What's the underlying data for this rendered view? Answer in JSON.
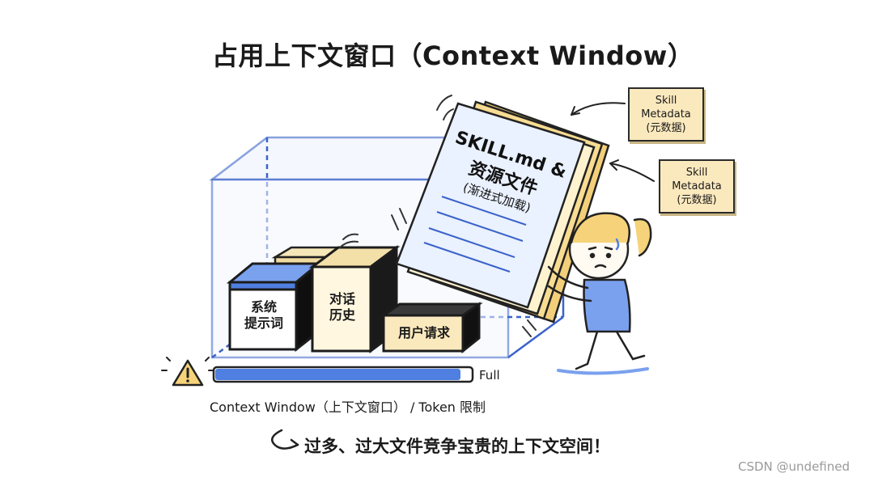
{
  "title": "占用上下文窗口（Context Window）",
  "metadata_cards": [
    {
      "lines": [
        "Skill",
        "Metadata",
        "(元数据)"
      ]
    },
    {
      "lines": [
        "Skill",
        "Metadata",
        "(元数据)"
      ]
    }
  ],
  "document": {
    "line1": "SKILL.md &",
    "line2": "资源文件",
    "line3": "(渐进式加载)"
  },
  "cubes": {
    "system": {
      "line1": "系统",
      "line2": "提示词",
      "color": "#4f7fe0"
    },
    "history": {
      "line1": "对话",
      "line2": "历史",
      "color": "#f3dfa8"
    },
    "request": {
      "label": "用户请求",
      "color": "#f3dfa8"
    }
  },
  "capacity": {
    "label": "Full",
    "fill_fraction": 0.96,
    "color": "#4f7fe0"
  },
  "context_label": "Context Window（上下文窗口） / Token 限制",
  "warning_text": "过多、过大文件竞争宝贵的上下文空间！",
  "watermark": "CSDN @undefined",
  "icons": [
    "warning-icon",
    "curved-arrow-icon",
    "arrow-icon"
  ]
}
